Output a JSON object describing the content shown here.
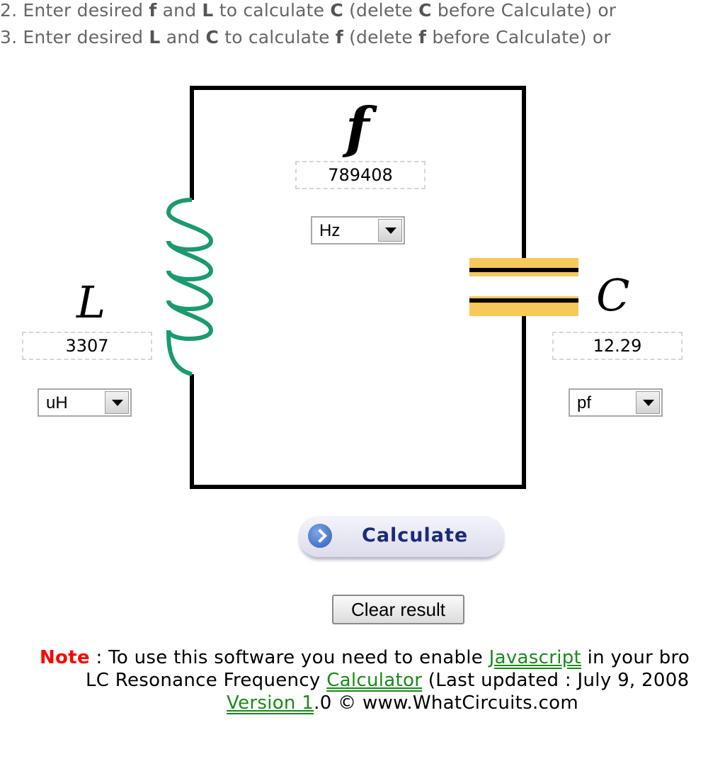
{
  "instructions": {
    "line2": {
      "prefix": "2. Enter desired ",
      "var1": "f",
      "and": " and ",
      "var2": "L",
      "mid": " to calculate ",
      "target": "C",
      "open": " (delete ",
      "target_again": "C",
      "suffix": " before Calculate) or"
    },
    "line3": {
      "prefix": "3. Enter desired ",
      "var1": "L",
      "and": " and ",
      "var2": "C",
      "mid": " to calculate ",
      "target": "f",
      "open": " (delete ",
      "target_again": "f",
      "suffix": " before Calculate) or"
    }
  },
  "circuit": {
    "frequency": {
      "symbol": "f",
      "value": "789408",
      "unit": "Hz"
    },
    "inductance": {
      "symbol": "L",
      "value": "3307",
      "unit": "uH"
    },
    "capacitance": {
      "symbol": "C",
      "value": "12.29",
      "unit": "pf"
    },
    "colors": {
      "wire": "#000000",
      "inductor": "#1a9a6e",
      "capacitor_plate": "#f7c85a"
    }
  },
  "buttons": {
    "calculate": "Calculate",
    "clear": "Clear result"
  },
  "footer": {
    "note_label": "Note",
    "note_text": " : To use this software you need to enable ",
    "javascript_link": "Javascript",
    "note_tail": " in your bro",
    "line2_prefix": "LC Resonance Frequency ",
    "calculator_link": "Calculator",
    "line2_suffix": " (Last updated : July 9, 2008",
    "version_link": "Version 1",
    "line3_suffix": ".0 © www.WhatCircuits.com"
  }
}
